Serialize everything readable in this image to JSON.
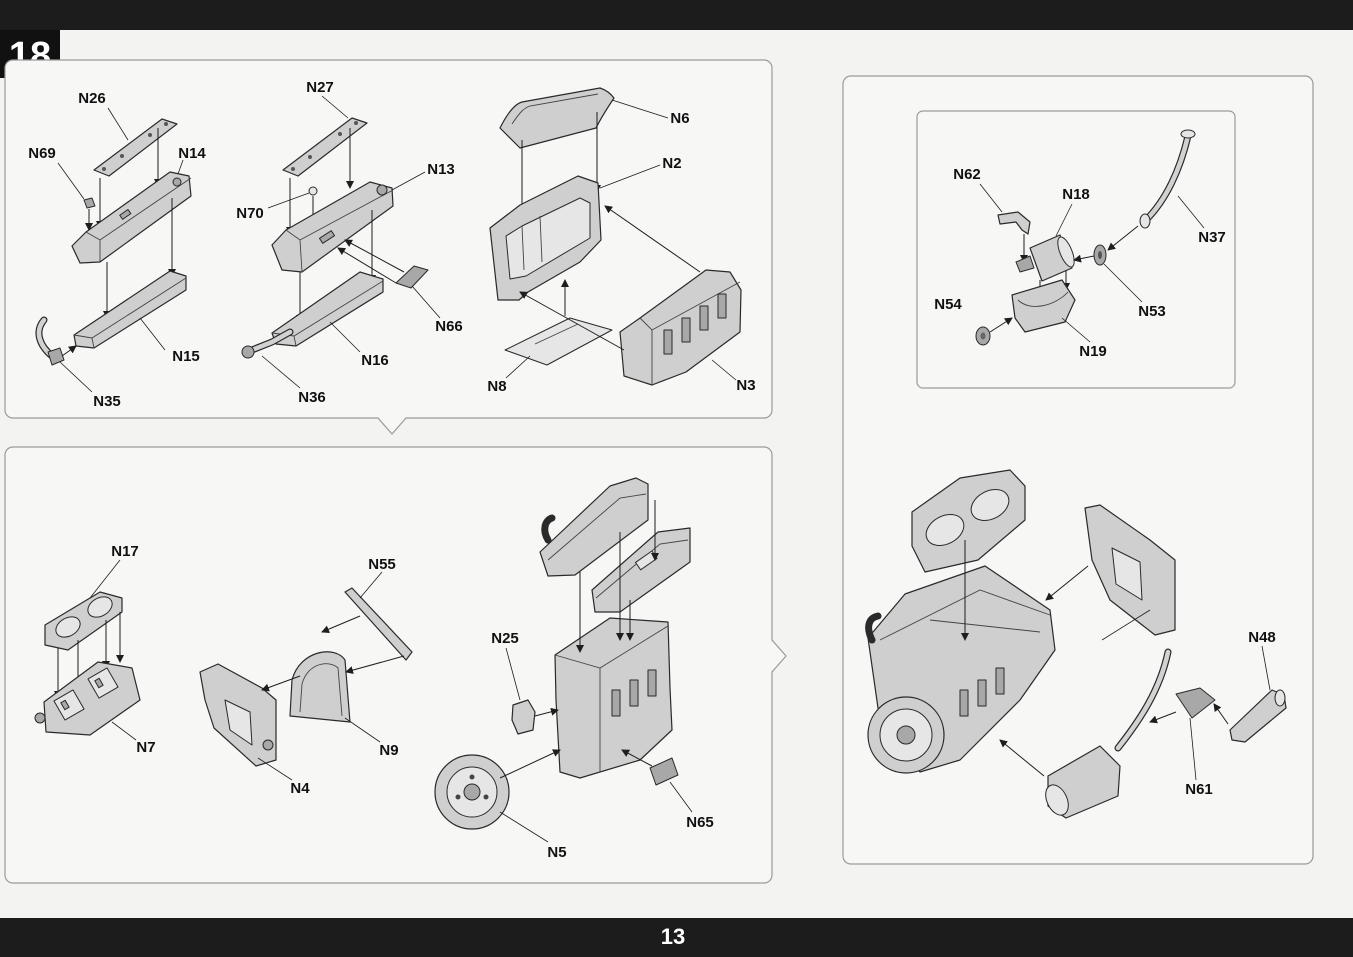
{
  "header": {
    "step_number": "18"
  },
  "footer": {
    "page_number": "13"
  },
  "callouts": {
    "top_left": {
      "n26": "N26",
      "n27": "N27",
      "n69": "N69",
      "n14": "N14",
      "n13": "N13",
      "n70": "N70",
      "n6": "N6",
      "n2": "N2",
      "n66": "N66",
      "n15": "N15",
      "n16": "N16",
      "n35": "N35",
      "n36": "N36",
      "n8": "N8",
      "n3": "N3"
    },
    "bottom_left": {
      "n17": "N17",
      "n55": "N55",
      "n25": "N25",
      "n7": "N7",
      "n9": "N9",
      "n4": "N4",
      "n65": "N65",
      "n5": "N5"
    },
    "right_inset": {
      "n62": "N62",
      "n18": "N18",
      "n37": "N37",
      "n54": "N54",
      "n53": "N53",
      "n19": "N19"
    },
    "right_main": {
      "n48": "N48",
      "n61": "N61"
    }
  },
  "colors": {
    "bars": "#1c1c1c",
    "panel_border": "#9a9a9a",
    "part_fill": "#cfcfcf"
  }
}
